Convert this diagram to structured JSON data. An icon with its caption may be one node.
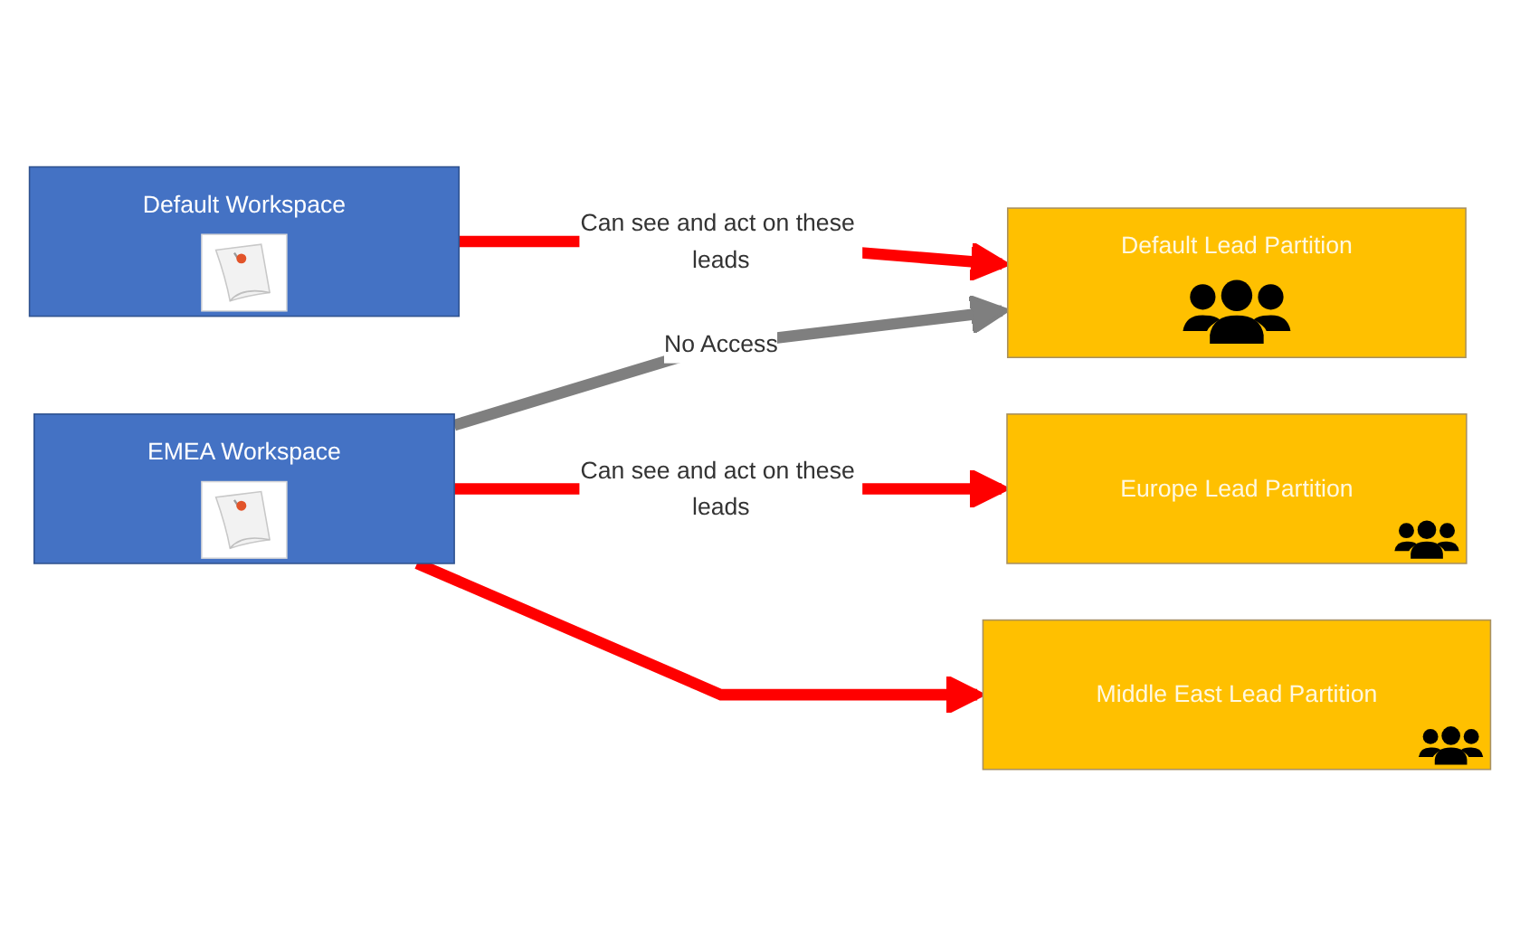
{
  "diagram": {
    "nodes": [
      {
        "text": [
          "Default Workspace"
        ]
      },
      {
        "text": [
          "Default Lead Partition"
        ]
      },
      {
        "text": [
          "EMEA Workspace"
        ]
      },
      {
        "text": [
          "Europe Lead Partition"
        ]
      },
      {
        "text": [
          "Middle East Lead Partition"
        ]
      }
    ],
    "edges": [
      {
        "from": 0,
        "to": 1,
        "arrow": "to",
        "label": "Can see and act on these leads"
      },
      {
        "from": 2,
        "to": 1,
        "arrow": "to",
        "label": "No Access",
        "color": "#7f7f7f"
      },
      {
        "from": 2,
        "to": 3,
        "arrow": "to",
        "label": "Can see and act on these leads"
      },
      {
        "from": 2,
        "to": 4,
        "arrow": "to"
      }
    ]
  }
}
